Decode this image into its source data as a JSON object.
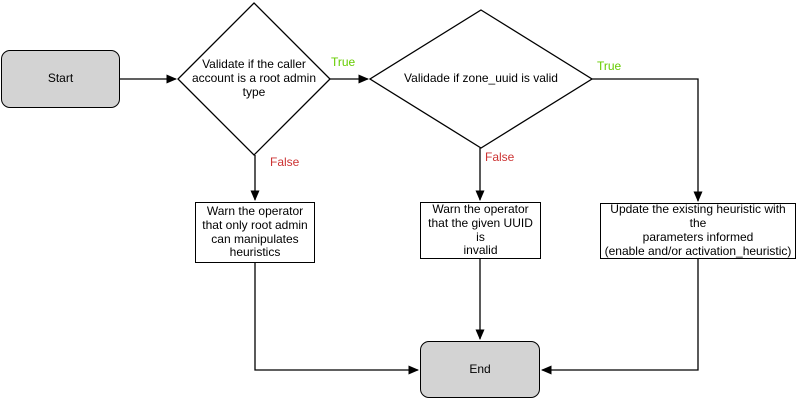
{
  "diagram": {
    "colors": {
      "terminator_fill": "#d3d3d3",
      "shape_border": "#000000",
      "process_fill": "#ffffff",
      "connector": "#000000",
      "true_label": "#66cc00",
      "false_label": "#cc3333"
    },
    "nodes": {
      "start": {
        "type": "terminator",
        "label": "Start"
      },
      "decision_root_admin": {
        "type": "decision",
        "label": "Validate if the caller\naccount is a root admin\ntype"
      },
      "decision_zone_uuid": {
        "type": "decision",
        "label": "Validade if zone_uuid is valid"
      },
      "warn_root_admin": {
        "type": "process",
        "label": "Warn the operator\nthat only root admin\ncan manipulates\nheuristics"
      },
      "warn_invalid_uuid": {
        "type": "process",
        "label": "Warn the operator\nthat the given UUID is\ninvalid"
      },
      "update_heuristic": {
        "type": "process",
        "label": "Update the existing heuristic with the\nparameters informed\n(enable and/or activation_heuristic)"
      },
      "end": {
        "type": "terminator",
        "label": "End"
      }
    },
    "edge_labels": {
      "root_admin_true": "True",
      "root_admin_false": "False",
      "zone_uuid_true": "True",
      "zone_uuid_false": "False"
    }
  }
}
